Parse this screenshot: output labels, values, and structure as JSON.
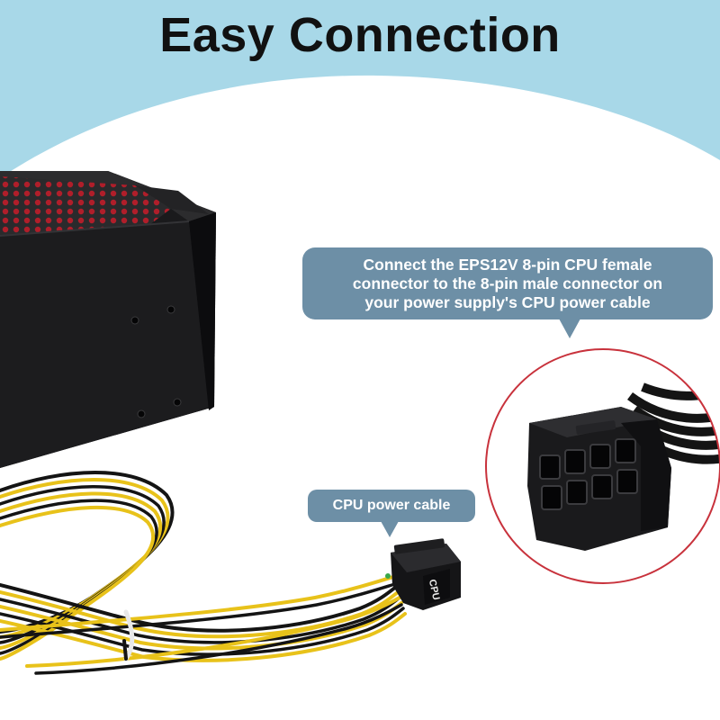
{
  "header": {
    "title": "Easy Connection"
  },
  "callouts": {
    "connector_instruction": {
      "lines": [
        "Connect the EPS12V 8-pin CPU female",
        "connector to the 8-pin male connector on",
        "your power supply's CPU power cable"
      ]
    },
    "cable_label": "CPU power cable"
  },
  "product": {
    "connector_marking": "CPU"
  },
  "colors": {
    "header_band": "#a8d8e8",
    "callout_fill": "#6d8fa6",
    "magnifier_ring": "#c8323c",
    "psu_body": "#1c1c1e",
    "psu_grille_accent": "#b01e2a",
    "wire_yellow": "#e8c21a",
    "wire_black": "#141414"
  },
  "icons": {
    "magnifier": "magnified-8-pin-connector"
  }
}
